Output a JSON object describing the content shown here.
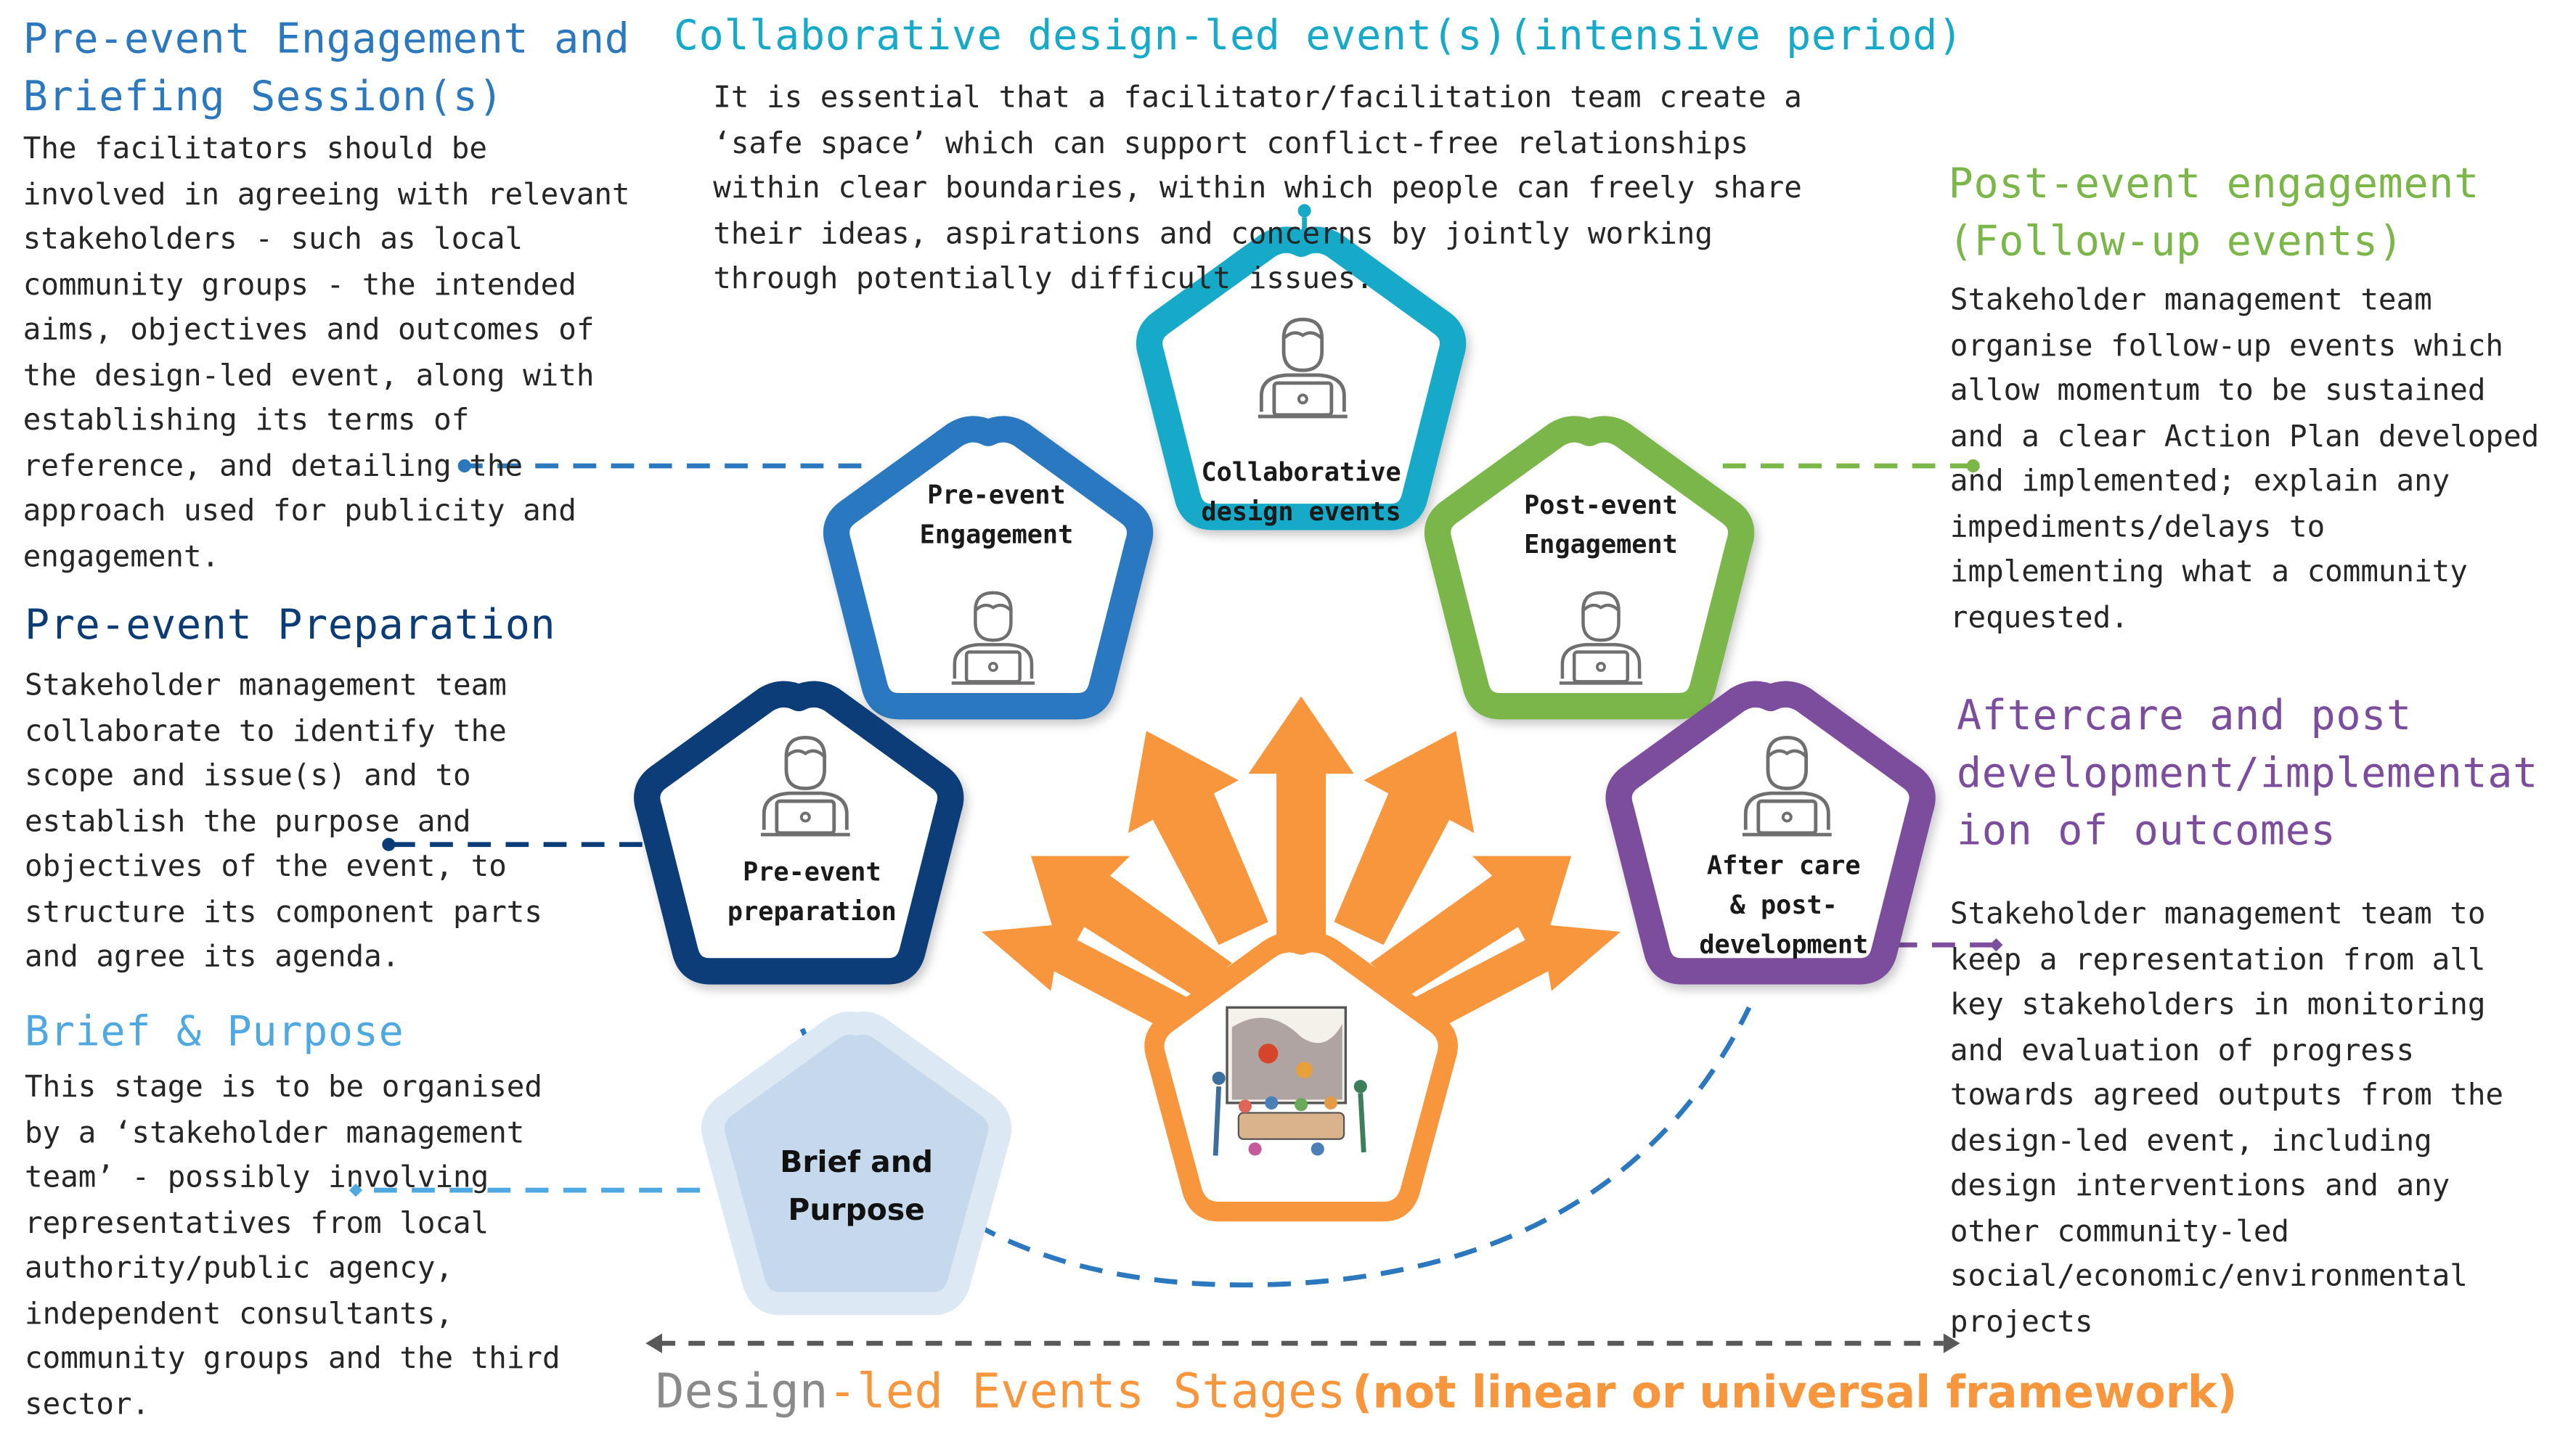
{
  "colors": {
    "dark_navy": "#0b3c78",
    "mid_blue": "#2c78bf",
    "light_blue": "#4fa8e0",
    "cyan": "#16a9c8",
    "green": "#7ab648",
    "purple": "#7d4d9d",
    "orange": "#f7963c",
    "grey": "#8a8a8a",
    "text": "#262626"
  },
  "sections": {
    "pre_event_engagement": {
      "heading": "Pre-event Engagement and\nBriefing Session(s)",
      "body": "The facilitators should be\ninvolved in agreeing with relevant\nstakeholders - such as local\ncommunity groups - the intended\naims, objectives and outcomes of\nthe design-led event, along with\nestablishing its terms of\nreference, and detailing the\napproach used for publicity and\nengagement."
    },
    "collaborative": {
      "heading": "Collaborative design-led event(s)(intensive period)",
      "body": "It is essential that a facilitator/facilitation team create a\n‘safe space’ which can support conflict-free relationships\nwithin clear boundaries, within which people can freely share\ntheir ideas, aspirations and concerns by jointly working\nthrough potentially difficult issues."
    },
    "post_event": {
      "heading": "Post-event engagement\n(Follow-up events)",
      "body": "Stakeholder management team\norganise follow-up events which\nallow momentum to be sustained\nand a clear Action Plan developed\nand implemented; explain any\nimpediments/delays to\nimplementing what a community\nrequested."
    },
    "pre_event_preparation": {
      "heading": "Pre-event Preparation",
      "body": "Stakeholder management team\ncollaborate to identify the\nscope and issue(s) and to\nestablish the purpose and\nobjectives of the event, to\nstructure its component parts\nand agree its agenda."
    },
    "aftercare": {
      "heading": "Aftercare and post\ndevelopment/implementat\nion of outcomes",
      "body": "Stakeholder management team to\nkeep a representation from all\nkey stakeholders in monitoring\nand evaluation of progress\ntowards agreed outputs from the\ndesign-led event, including\ndesign interventions and any\nother community-led\nsocial/economic/environmental\nprojects"
    },
    "brief": {
      "heading": "Brief & Purpose",
      "body": "This stage is to be organised\nby a ‘stakeholder management\nteam’ - possibly involving\nrepresentatives from local\nauthority/public agency,\nindependent consultants,\ncommunity groups and the third\nsector."
    }
  },
  "nodes": {
    "collaborative": {
      "label": "Collaborative\ndesign events",
      "icon": "person-laptop-icon"
    },
    "pre_engagement": {
      "label": "Pre-event\nEngagement",
      "icon": "person-laptop-icon"
    },
    "post_engagement": {
      "label": "Post-event\nEngagement",
      "icon": "person-laptop-icon"
    },
    "preparation": {
      "label": "Pre-event\npreparation",
      "icon": "person-laptop-icon"
    },
    "aftercare": {
      "label": "After care\n& post-\ndevelopment",
      "icon": "person-laptop-icon"
    },
    "brief": {
      "label": "Brief and\nPurpose"
    },
    "center": {
      "icon": "workshop-sketch-icon"
    }
  },
  "footer": {
    "part1": "Design",
    "part2": "-led Events Stages",
    "part3": "(not linear or universal framework)"
  }
}
